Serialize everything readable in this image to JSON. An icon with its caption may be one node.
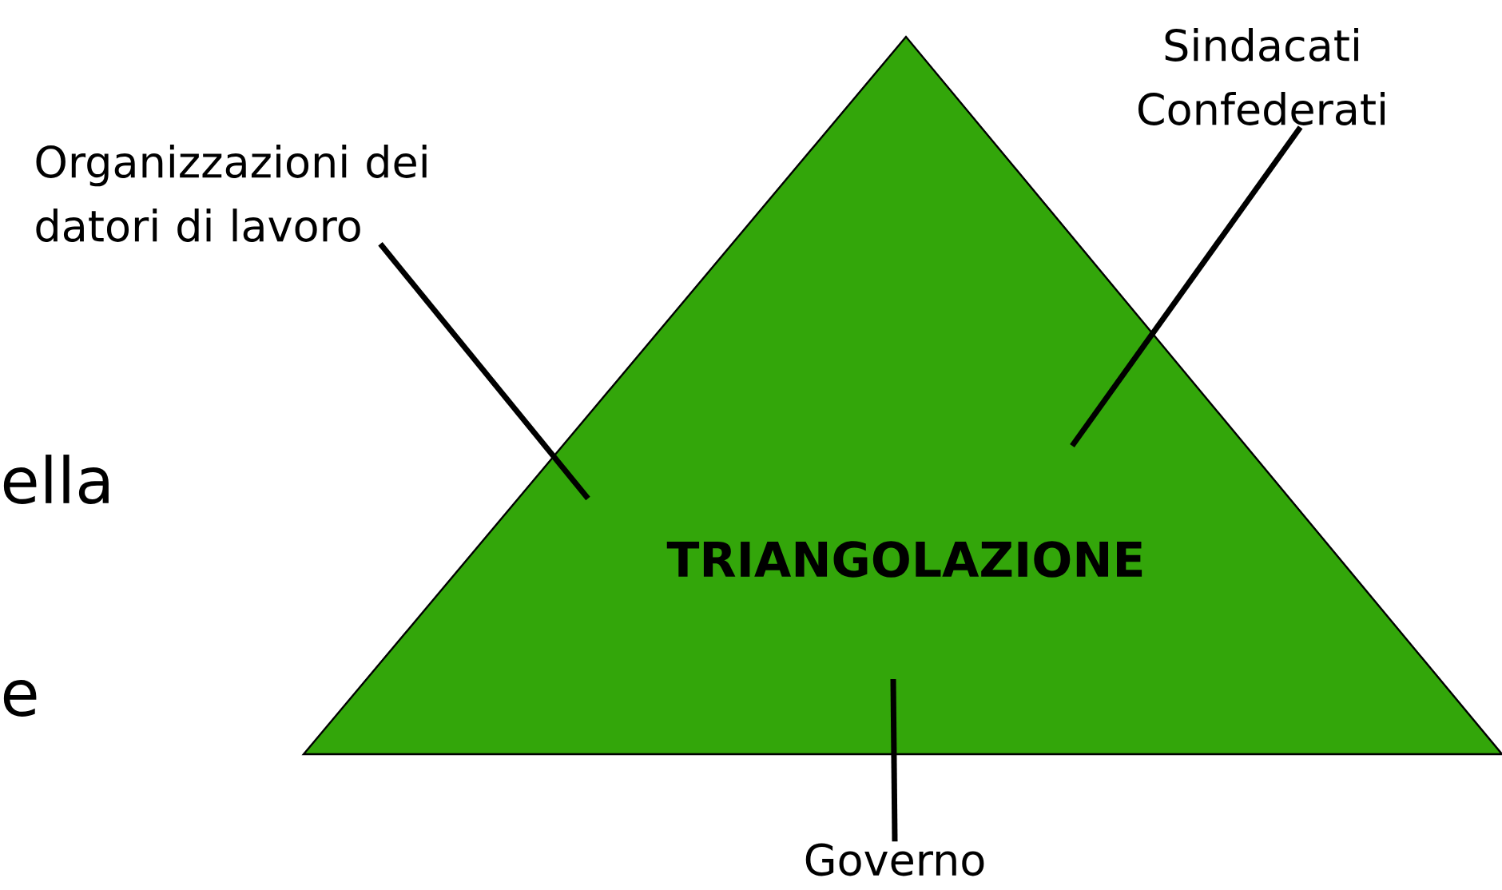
{
  "diagram": {
    "nodes": [
      {
        "text": [
          "TRIANGOLAZIONE"
        ]
      },
      {
        "text": [
          "Organizzazioni dei datori di lavoro"
        ]
      },
      {
        "text": [
          "Sindacati Confederati"
        ]
      },
      {
        "text": [
          "Governo"
        ]
      }
    ],
    "edges": [
      {
        "from": 1,
        "to": 0,
        "arrow": "none"
      },
      {
        "from": 2,
        "to": 0,
        "arrow": "none"
      },
      {
        "from": 3,
        "to": 0,
        "arrow": "none"
      }
    ],
    "labels": [
      "ella",
      "e"
    ]
  }
}
